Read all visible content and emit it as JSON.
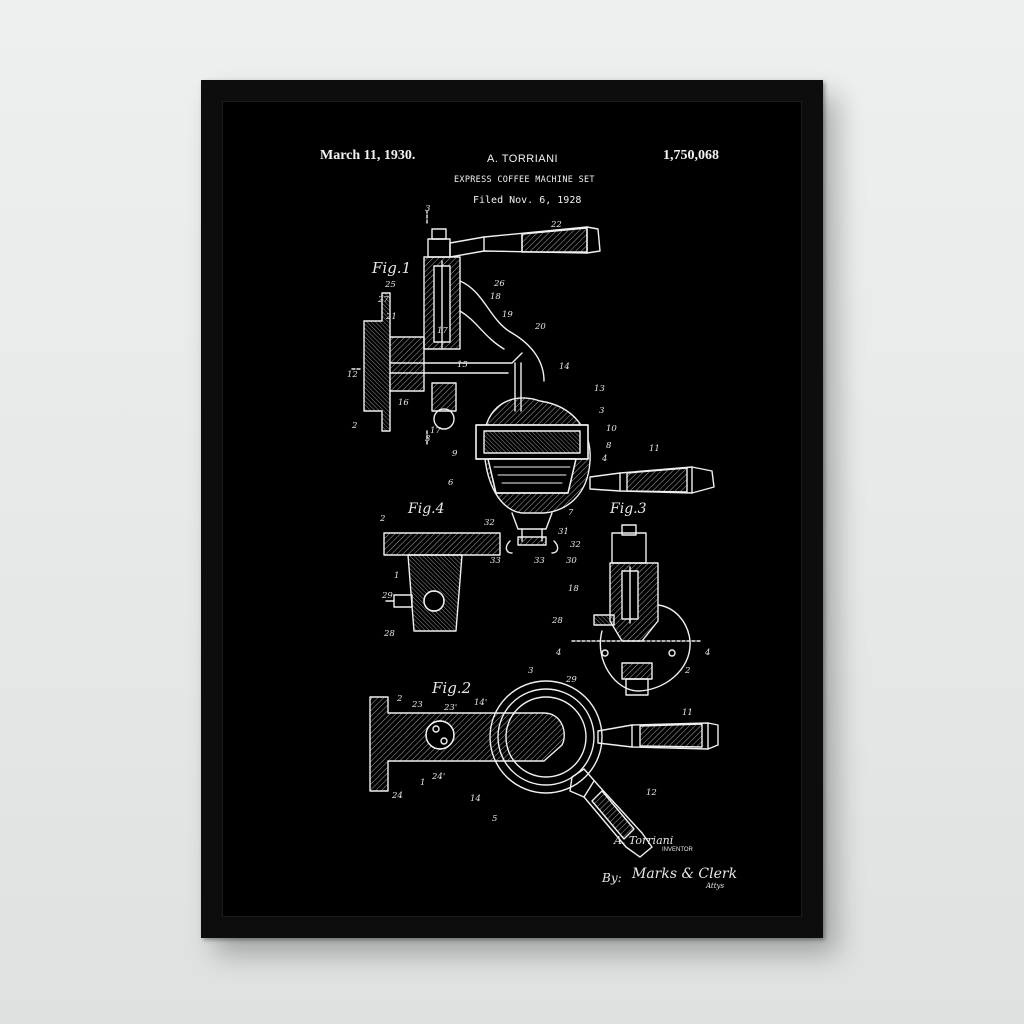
{
  "poster": {
    "date": "March 11, 1930.",
    "inventor_header": "A. TORRIANI",
    "patent_number": "1,750,068",
    "title": "EXPRESS COFFEE MACHINE SET",
    "filed": "Filed Nov. 6, 1928"
  },
  "figures": {
    "fig1": "Fig.1",
    "fig2": "Fig.2",
    "fig3": "Fig.3",
    "fig4": "Fig.4"
  },
  "signature": {
    "inventor_name": "A. Torriani",
    "inventor_label": "INVENTOR",
    "by": "By:",
    "attorney": "Marks & Clerk",
    "attorney_label": "Attys"
  },
  "colors": {
    "wall": "#e8eaea",
    "frame": "#0d0d0d",
    "print_background": "#000000",
    "line_art": "#f0f0f0"
  }
}
